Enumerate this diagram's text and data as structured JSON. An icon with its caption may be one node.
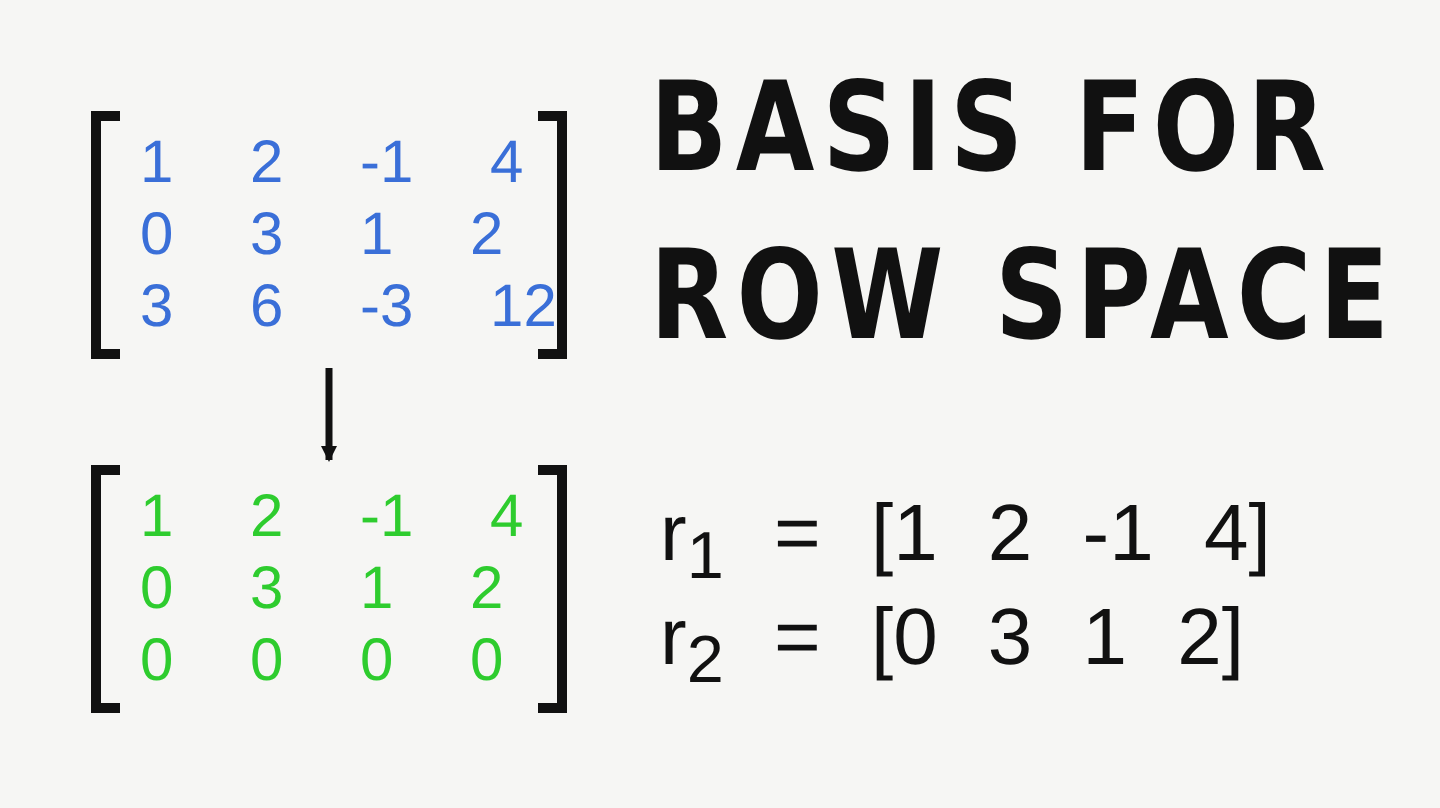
{
  "diagram": {
    "title": "BASIS FOR ROW SPACE",
    "nodes": [
      {
        "text": [
          "1 2 -1 4",
          "0 3 1 2",
          "3 6 -3 12"
        ]
      },
      {
        "text": [
          "1 2 -1 4",
          "0 3 1 2",
          "0 0 0 0"
        ]
      }
    ],
    "edges": [
      {
        "from": 0,
        "to": 1,
        "arrow": "to"
      }
    ],
    "labels": [
      "r$_{1}$ = [1 2 -1 4]",
      "r$_{2}$ = [0 3 1 2]"
    ]
  }
}
